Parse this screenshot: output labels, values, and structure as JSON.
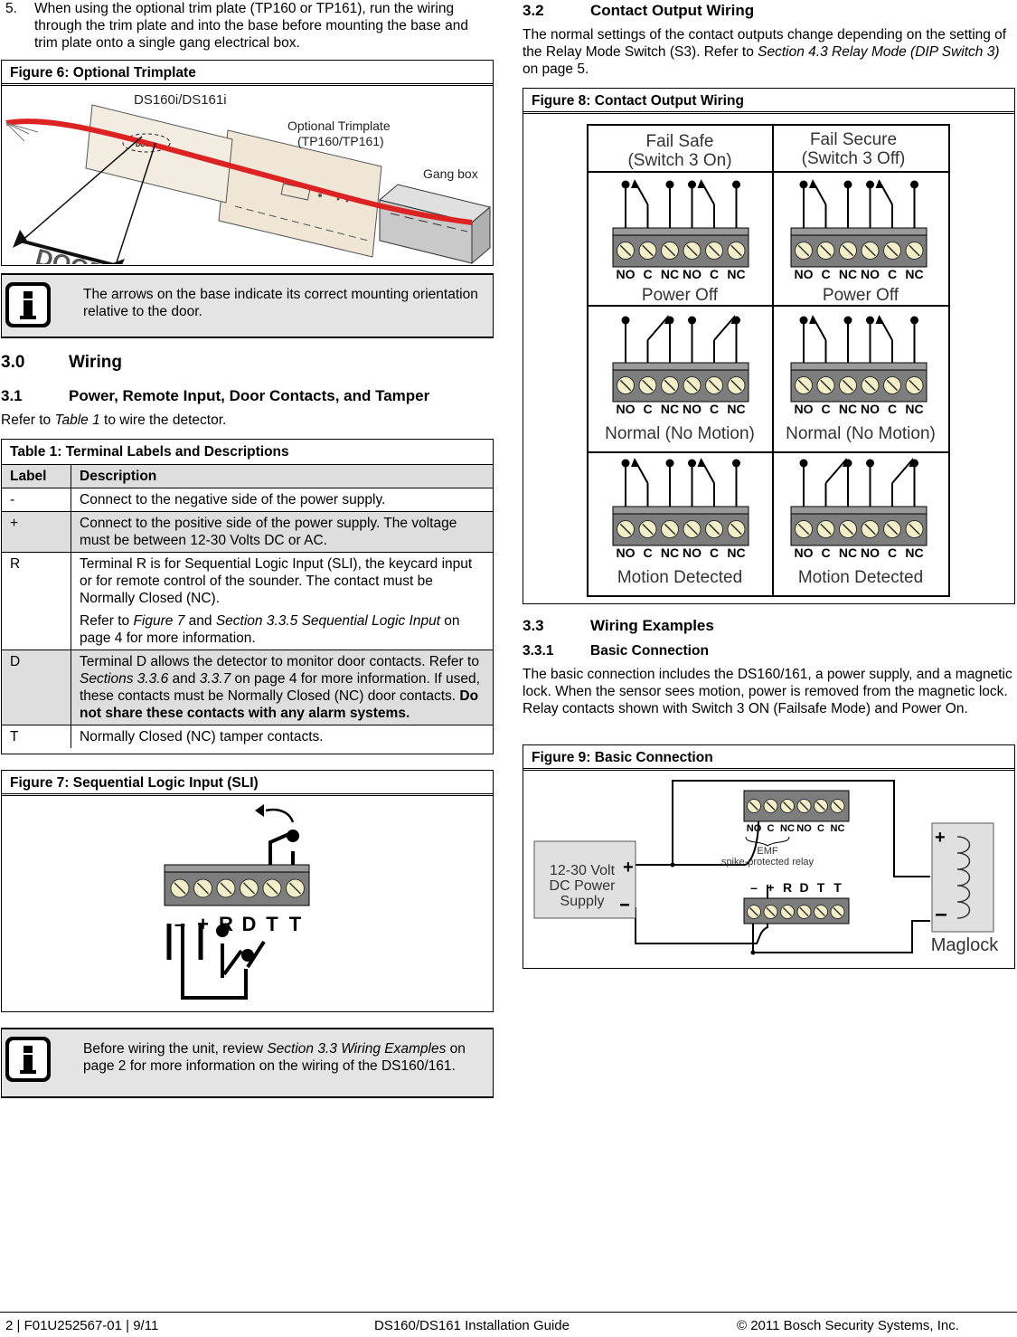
{
  "step5": {
    "num": "5.",
    "text": "When using the optional trim plate (TP160 or TP161), run the wiring through the trim plate and into the base before mounting the base and trim plate onto a single gang electrical box."
  },
  "fig6": {
    "title": "Figure 6: Optional Trimplate",
    "label_detector": "DS160i/DS161i",
    "label_trimplate_1": "Optional Trimplate",
    "label_trimplate_2": "(TP160/TP161)",
    "label_gangbox": "Gang box",
    "label_door": "DOOR",
    "label_door_small": "DOOR"
  },
  "note1": {
    "text": "The arrows on the base indicate its correct mounting orientation relative to the door."
  },
  "sec30": {
    "num": "3.0",
    "title": "Wiring"
  },
  "sec31": {
    "num": "3.1",
    "title": "Power, Remote Input, Door Contacts, and Tamper"
  },
  "refer_table": {
    "pre": "Refer to ",
    "ref": "Table 1",
    "post": " to wire the detector."
  },
  "table1": {
    "title": "Table 1: Terminal Labels and Descriptions",
    "col_label": "Label",
    "col_desc": "Description",
    "rows": [
      {
        "label": "-",
        "desc": "Connect to the negative side of the power supply."
      },
      {
        "label": "+",
        "desc": "Connect to the positive side of the power supply. The voltage must be between 12-30 Volts DC or AC."
      },
      {
        "label": "R",
        "desc": "Terminal R is for Sequential Logic Input (SLI), the keycard input or for remote control of the sounder. The contact must be Normally Closed (NC).",
        "desc2_a": "Refer to ",
        "desc2_b": "Figure 7",
        "desc2_c": " and ",
        "desc2_d": "Section 3.3.5 Sequential Logic Input",
        "desc2_e": " on page 4 for more information."
      },
      {
        "label": "D",
        "desc_a": "Terminal D allows the detector to monitor door contacts. Refer to ",
        "desc_b": "Sections 3.3.6",
        "desc_c": " and ",
        "desc_d": "3.3.7",
        "desc_e": " on page 4 for more information. If used, these contacts must be Normally Closed (NC) door contacts. ",
        "desc_f": "Do not share these contacts with any alarm systems."
      },
      {
        "label": "T",
        "desc": "Normally Closed (NC) tamper contacts."
      }
    ]
  },
  "fig7": {
    "title": "Figure 7: Sequential Logic Input (SLI)",
    "terminal_labels": [
      "–",
      "+",
      "R",
      "D",
      "T",
      "T"
    ]
  },
  "note2": {
    "pre": "Before wiring the unit, review ",
    "ref": "Section 3.3 Wiring Examples",
    "post": " on page 2 for more information on the wiring of the DS160/161."
  },
  "sec32": {
    "num": "3.2",
    "title": "Contact Output Wiring",
    "text_a": "The normal settings of the contact outputs change depending on the setting of the Relay Mode Switch (S3). Refer to ",
    "text_ref": "Section 4.3 Relay Mode (DIP Switch 3)",
    "text_b": " on page 5."
  },
  "fig8": {
    "title": "Figure 8: Contact Output Wiring",
    "col1_l1": "Fail Safe",
    "col1_l2": "(Switch 3 On)",
    "col2_l1": "Fail Secure",
    "col2_l2": "(Switch 3 Off)",
    "terminal_labels": [
      "NO",
      "C",
      "NC",
      "NO",
      "C",
      "NC"
    ],
    "row1": "Power Off",
    "row2": "Normal (No Motion)",
    "row3": "Motion Detected"
  },
  "sec33": {
    "num": "3.3",
    "title": "Wiring Examples"
  },
  "sec331": {
    "num": "3.3.1",
    "title": "Basic Connection",
    "text": "The basic connection includes the DS160/161, a power supply, and a magnetic lock. When the sensor sees motion, power is removed from the magnetic lock. Relay contacts shown with Switch 3 ON (Failsafe Mode) and Power On."
  },
  "fig9": {
    "title": "Figure 9: Basic Connection",
    "psu_l1": "12-30 Volt",
    "psu_l2": "DC Power",
    "psu_l3": "Supply",
    "relay_labels": [
      "NO",
      "C",
      "NC",
      "NO",
      "C",
      "NC"
    ],
    "emf_l1": "EMF",
    "emf_l2": "spike-protected relay",
    "term_labels": [
      "–",
      "+",
      "R",
      "D",
      "T",
      "T"
    ],
    "maglock": "Maglock"
  },
  "footer": {
    "left": "2 | F01U252567-01 | 9/11",
    "center": "DS160/DS161 Installation Guide",
    "right": "© 2011 Bosch Security Systems, Inc."
  }
}
